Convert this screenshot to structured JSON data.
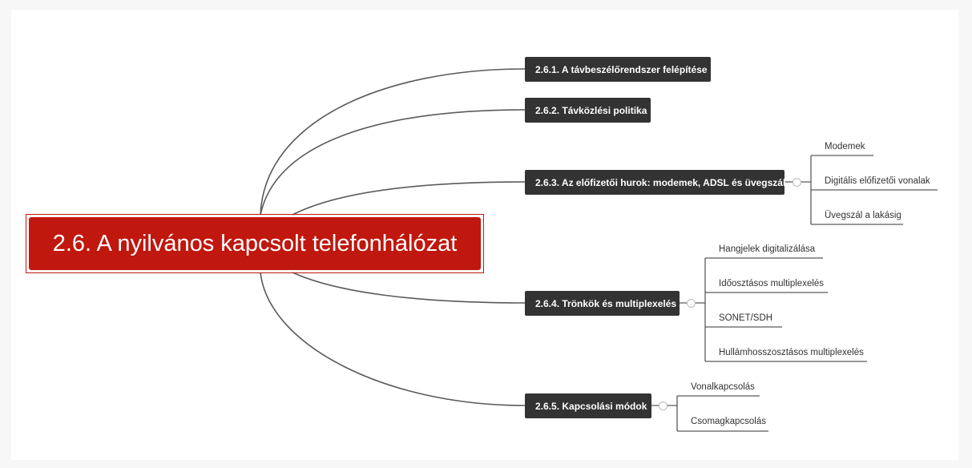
{
  "root": {
    "label": "2.6. A nyilvános kapcsolt telefonhálózat"
  },
  "topics": [
    {
      "label": "2.6.1. A távbeszélőrendszer felépítése",
      "children": []
    },
    {
      "label": "2.6.2. Távközlési politika",
      "children": []
    },
    {
      "label": "2.6.3. Az előfizetői hurok: modemek, ADSL és üvegszál",
      "children": [
        "Modemek",
        "Digitális előfizetői vonalak",
        "Üvegszál a lakásig"
      ]
    },
    {
      "label": "2.6.4. Trönkök és multiplexelés",
      "children": [
        "Hangjelek digitalizálása",
        "Időosztásos multiplexelés",
        "SONET/SDH",
        "Hullámhosszosztásos multiplexelés"
      ]
    },
    {
      "label": "2.6.5. Kapcsolási módok",
      "children": [
        "Vonalkapcsolás",
        "Csomagkapcsolás"
      ]
    }
  ],
  "colors": {
    "root": "#c0170e",
    "topic": "#333333",
    "line": "#5a5a5a"
  }
}
